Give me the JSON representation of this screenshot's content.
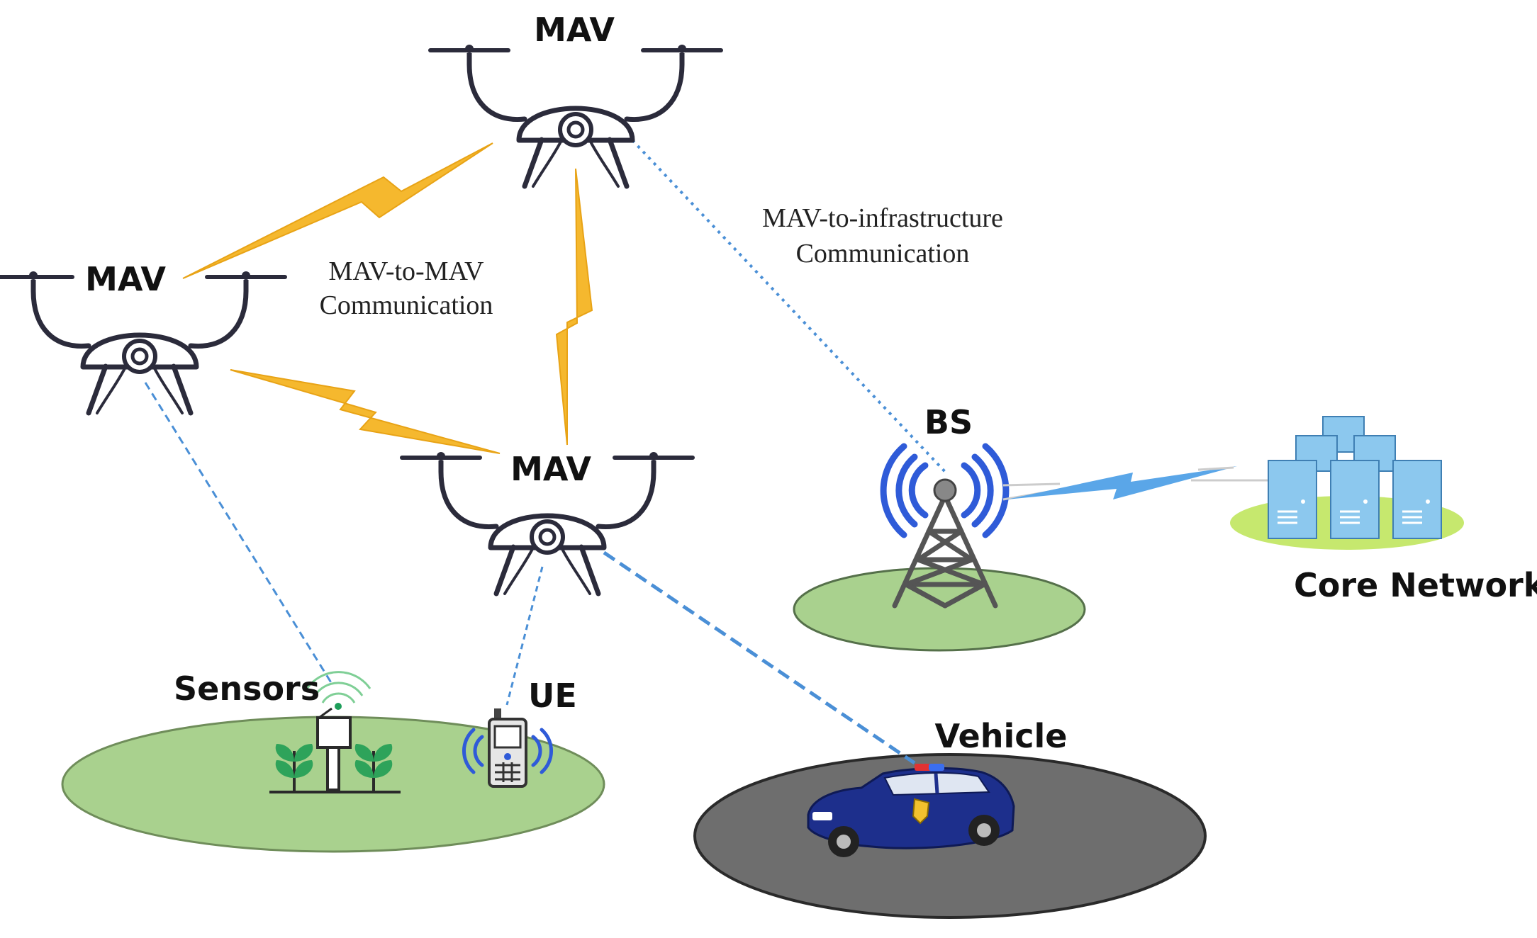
{
  "labels": {
    "mav_top": "MAV",
    "mav_left": "MAV",
    "mav_bottom": "MAV",
    "bs": "BS",
    "core_network": "Core Network",
    "sensors": "Sensors",
    "ue": "UE",
    "vehicle": "Vehicle"
  },
  "annotations": {
    "mav_to_mav_line1": "MAV-to-MAV",
    "mav_to_mav_line2": "Communication",
    "mav_to_infra_line1": "MAV-to-infrastructure",
    "mav_to_infra_line2": "Communication"
  },
  "icons": {
    "drone": "drone-icon",
    "tower": "base-station-tower-icon",
    "servers": "server-cluster-icon",
    "sensor": "sensor-icon",
    "phone": "phone-icon",
    "car": "police-car-icon"
  },
  "colors": {
    "lightning": "#F5B82E",
    "link_dashed": "#4A8FD6",
    "ground_green": "#A9D18E",
    "road_gray": "#6E6E6E",
    "signal_blue": "#2F5BD8",
    "server_blue": "#8CC8EE"
  }
}
